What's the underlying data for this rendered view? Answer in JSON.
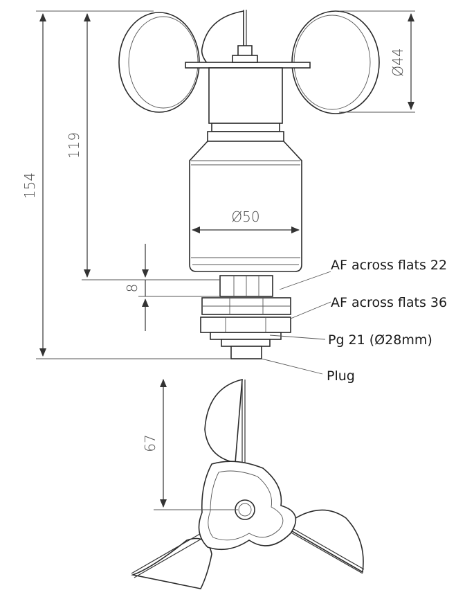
{
  "dimensions": {
    "total_height": "154",
    "upper_height": "119",
    "cup_diameter": "Ø44",
    "housing_diameter": "Ø50",
    "thread_length": "8",
    "rotor_radius": "67"
  },
  "callouts": {
    "af22": "AF across flats 22",
    "af36": "AF across flats 36",
    "pg21": "Pg 21 (Ø28mm)",
    "plug": "Plug"
  },
  "colors": {
    "line": "#333333",
    "text": "#1a1a1a"
  }
}
